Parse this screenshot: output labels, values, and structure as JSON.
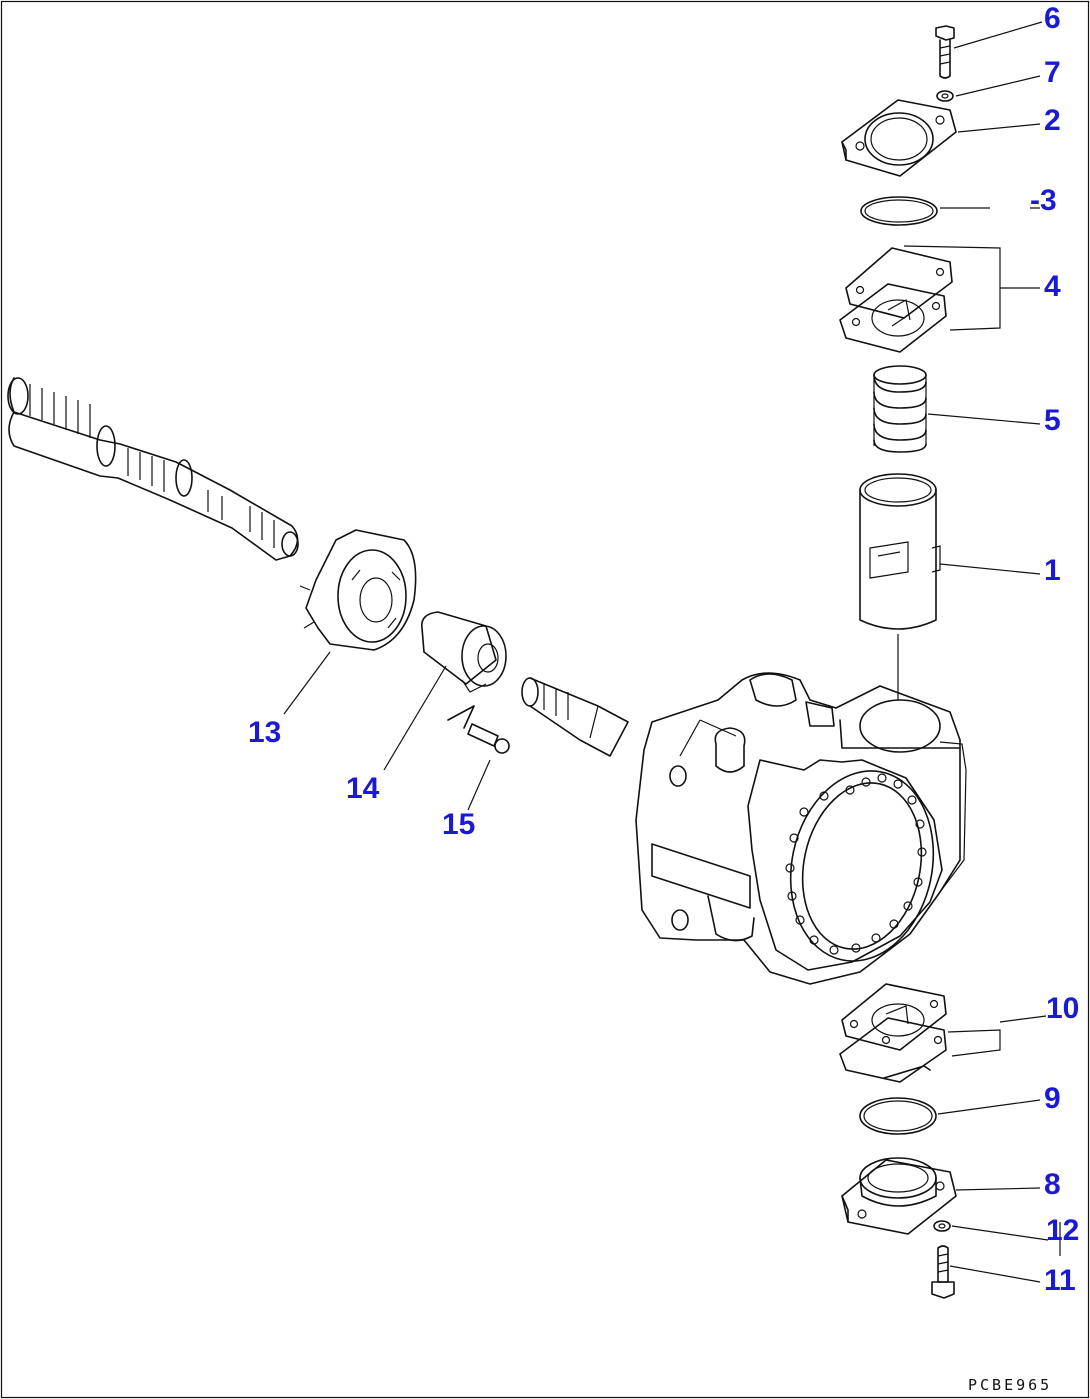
{
  "callouts": {
    "p1": "1",
    "p2": "2",
    "p3": "-3",
    "p4": "4",
    "p5": "5",
    "p6": "6",
    "p7": "7",
    "p8": "8",
    "p9": "9",
    "p10": "10",
    "p11": "11",
    "p12": "12",
    "p13": "13",
    "p14": "14",
    "p15": "15"
  },
  "drawing_code": "PCBE965",
  "colors": {
    "callout": "#1a1ad6",
    "line": "#111111",
    "background": "#ffffff"
  }
}
